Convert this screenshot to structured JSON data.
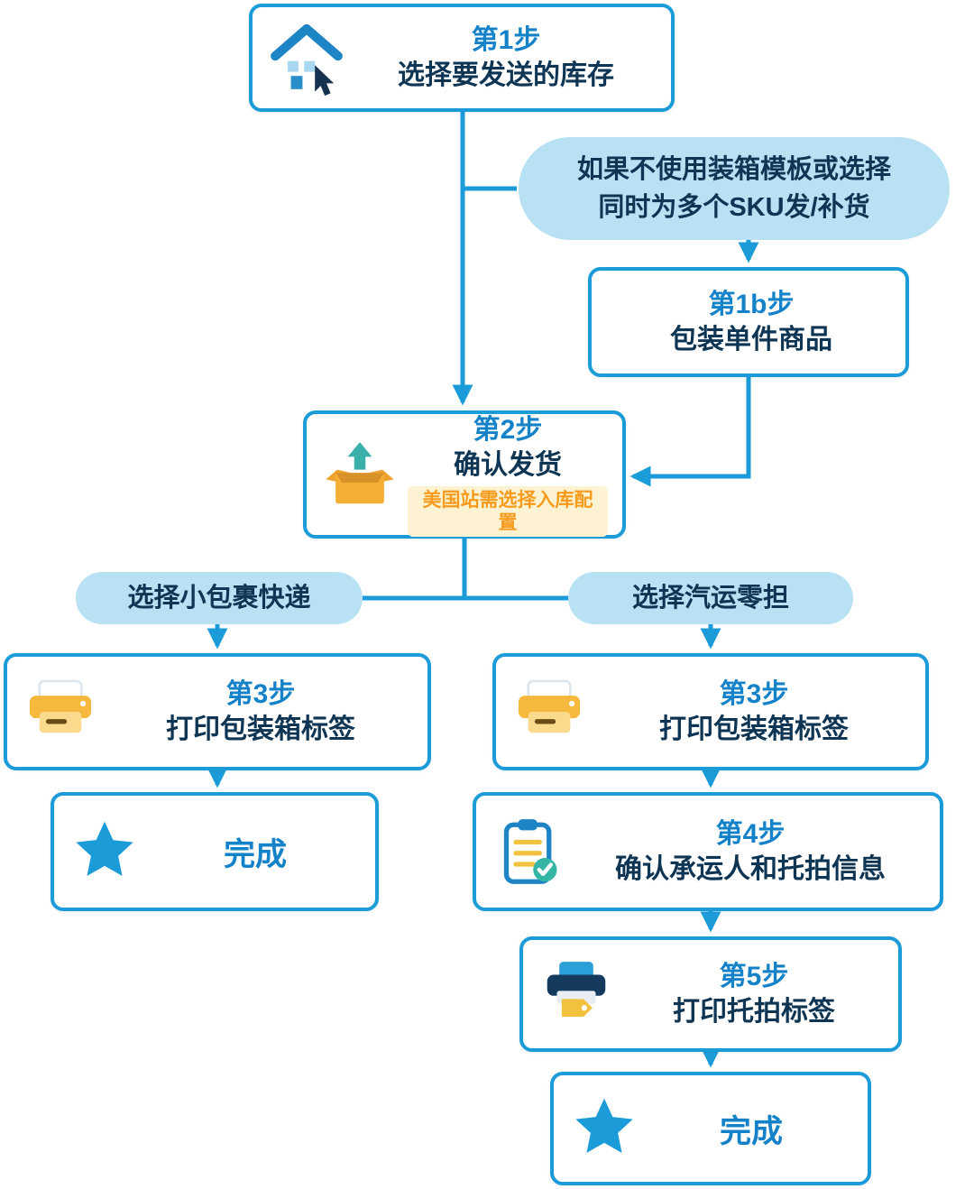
{
  "colors": {
    "accent_blue": "#1b9cd8",
    "step_label_blue": "#1482c8",
    "text_dark_navy": "#0e3554",
    "pill_light_blue": "#b8e1f3",
    "note_orange": "#f79b1d",
    "star_blue": "#1b9cd8"
  },
  "icons": {
    "step1": "house-with-cursor-icon",
    "step2": "box-arrow-up-icon",
    "step3_left": "printer-icon",
    "step3_right": "printer-icon",
    "step4": "clipboard-check-icon",
    "step5": "printer-tag-icon",
    "done": "star-icon"
  },
  "nodes": {
    "step1": {
      "step": "第1步",
      "title": "选择要发送的库存"
    },
    "condition": {
      "line1": "如果不使用装箱模板或选择",
      "line2": "同时为多个SKU发/补货"
    },
    "step1b": {
      "step": "第1b步",
      "title": "包装单件商品"
    },
    "step2": {
      "step": "第2步",
      "title": "确认发货",
      "note": "美国站需选择入库配置"
    },
    "branch_left": {
      "label": "选择小包裹快递"
    },
    "branch_right": {
      "label": "选择汽运零担"
    },
    "step3_left": {
      "step": "第3步",
      "title": "打印包装箱标签"
    },
    "done_left": {
      "label": "完成"
    },
    "step3_right": {
      "step": "第3步",
      "title": "打印包装箱标签"
    },
    "step4": {
      "step": "第4步",
      "title": "确认承运人和托拍信息"
    },
    "step5": {
      "step": "第5步",
      "title": "打印托拍标签"
    },
    "done_right": {
      "label": "完成"
    }
  }
}
